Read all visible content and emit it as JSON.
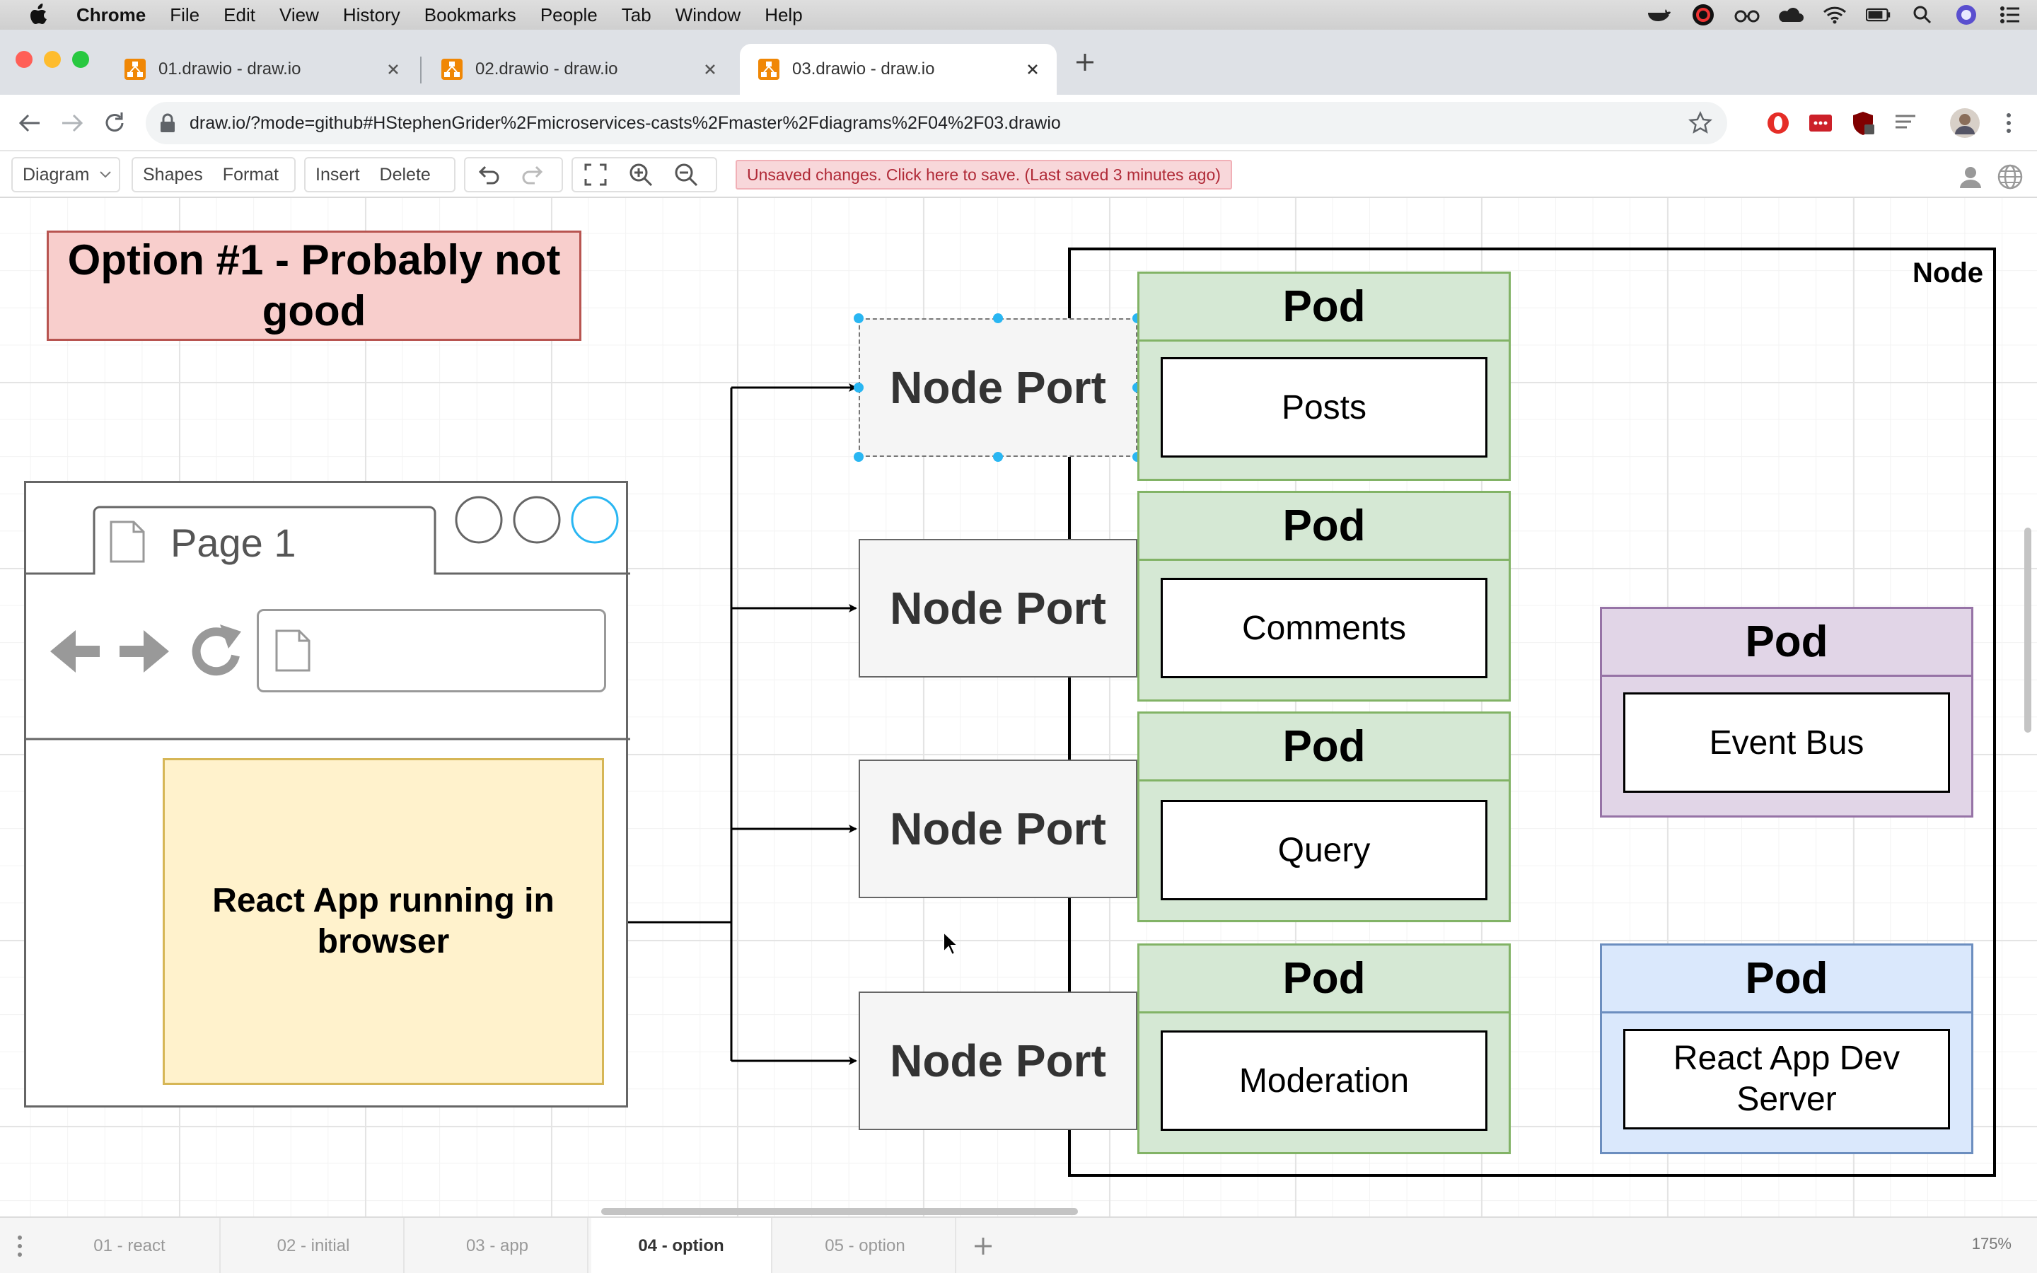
{
  "menubar": {
    "app": "Chrome",
    "items": [
      "File",
      "Edit",
      "View",
      "History",
      "Bookmarks",
      "People",
      "Tab",
      "Window",
      "Help"
    ]
  },
  "tabs": [
    {
      "title": "01.drawio - draw.io",
      "active": false
    },
    {
      "title": "02.drawio - draw.io",
      "active": false
    },
    {
      "title": "03.drawio - draw.io",
      "active": true
    }
  ],
  "address": {
    "url": "draw.io/?mode=github#HStephenGrider%2Fmicroservices-casts%2Fmaster%2Fdiagrams%2F04%2F03.drawio"
  },
  "toolbar": {
    "diagram_label": "Diagram",
    "shapes_label": "Shapes",
    "format_label": "Format",
    "insert_label": "Insert",
    "delete_label": "Delete",
    "save_banner": "Unsaved changes. Click here to save. (Last saved 3 minutes ago)"
  },
  "diagram": {
    "option_title": "Option #1 - Probably not good",
    "node_label": "Node",
    "node_port_label": "Node Port",
    "browser_tab_label": "Page 1",
    "react_app_label": "React App running in browser",
    "pods": [
      {
        "title": "Pod",
        "service": "Posts"
      },
      {
        "title": "Pod",
        "service": "Comments"
      },
      {
        "title": "Pod",
        "service": "Query"
      },
      {
        "title": "Pod",
        "service": "Moderation"
      },
      {
        "title": "Pod",
        "service": "Event Bus"
      },
      {
        "title": "Pod",
        "service": "React App Dev Server"
      }
    ]
  },
  "pages": {
    "tabs": [
      "01 - react",
      "02 - initial",
      "03 - app",
      "04 - option",
      "05 - option"
    ],
    "active": "04 - option",
    "zoom": "175%"
  },
  "colors": {
    "pod_fill": "#d5e8d4",
    "pod_stroke": "#82b366",
    "event_bus_fill": "#e1d5e7",
    "dev_server_fill": "#dae8fc",
    "react_fill": "#fff2cc",
    "option_fill": "#f8cecc",
    "selection": "#29b6f2",
    "save_banner_text": "#b02a37"
  }
}
